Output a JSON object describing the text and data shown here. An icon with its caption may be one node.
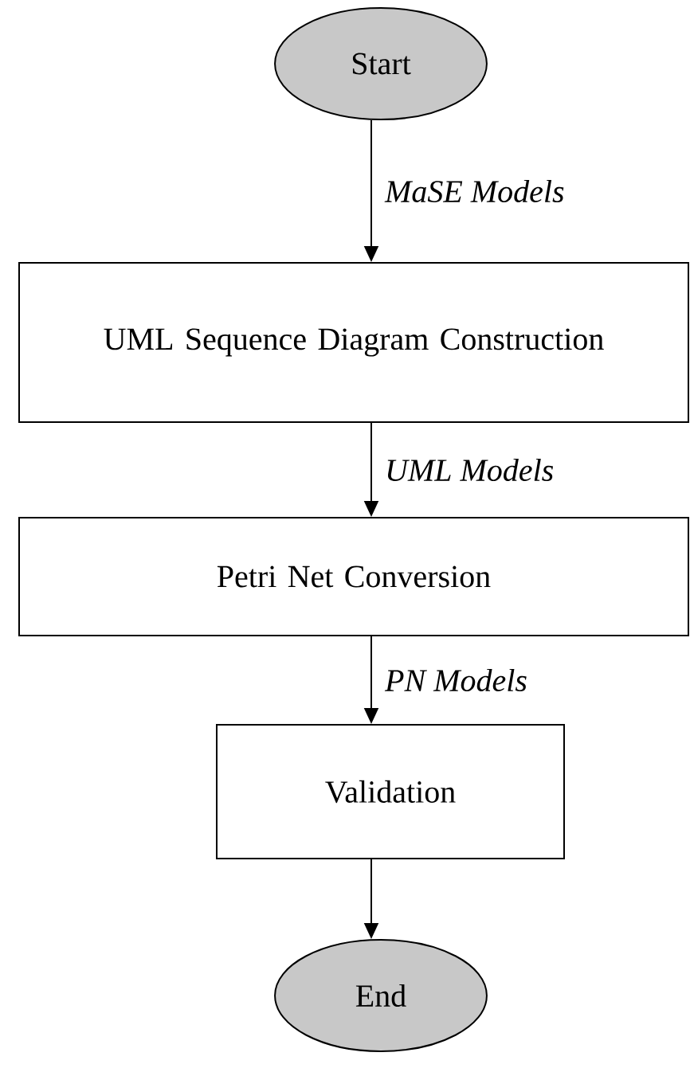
{
  "diagram": {
    "nodes": [
      {
        "text": [
          "Start"
        ]
      },
      {
        "text": [
          "UML Sequence Diagram Construction"
        ]
      },
      {
        "text": [
          "Petri Net Conversion"
        ]
      },
      {
        "text": [
          "Validation"
        ]
      },
      {
        "text": [
          "End"
        ]
      }
    ],
    "edges": [
      {
        "from": 0,
        "to": 1,
        "arrow": "to",
        "label": "MaSE Models"
      },
      {
        "from": 1,
        "to": 2,
        "arrow": "to",
        "label": "UML Models"
      },
      {
        "from": 2,
        "to": 3,
        "arrow": "to",
        "label": "PN Models"
      },
      {
        "from": 3,
        "to": 4,
        "arrow": "to"
      }
    ]
  }
}
